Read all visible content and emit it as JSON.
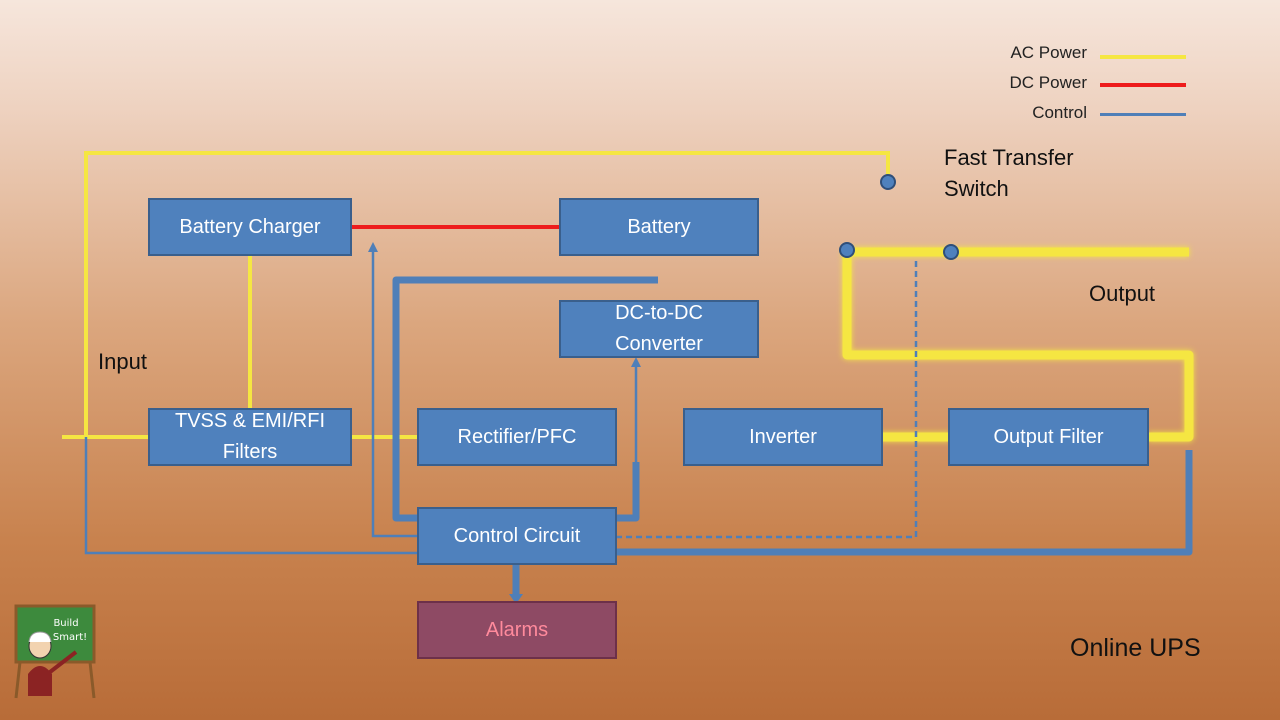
{
  "title": "Online UPS",
  "legend": [
    {
      "label": "AC Power",
      "color": "#f5e642"
    },
    {
      "label": "DC Power",
      "color": "#ee1c1c"
    },
    {
      "label": "Control",
      "color": "#4f7fb8"
    }
  ],
  "blocks": {
    "battery_charger": "Battery Charger",
    "battery": "Battery",
    "dc_converter": "DC-to-DC\nConverter",
    "tvss_filters": "TVSS & EMI/RFI\nFilters",
    "rectifier": "Rectifier/PFC",
    "inverter": "Inverter",
    "output_filter": "Output Filter",
    "control_circuit": "Control Circuit",
    "alarms": "Alarms"
  },
  "labels": {
    "input": "Input",
    "output": "Output",
    "fast_transfer_switch": "Fast Transfer\nSwitch"
  },
  "logo": {
    "board_text": "Build Smart!"
  }
}
